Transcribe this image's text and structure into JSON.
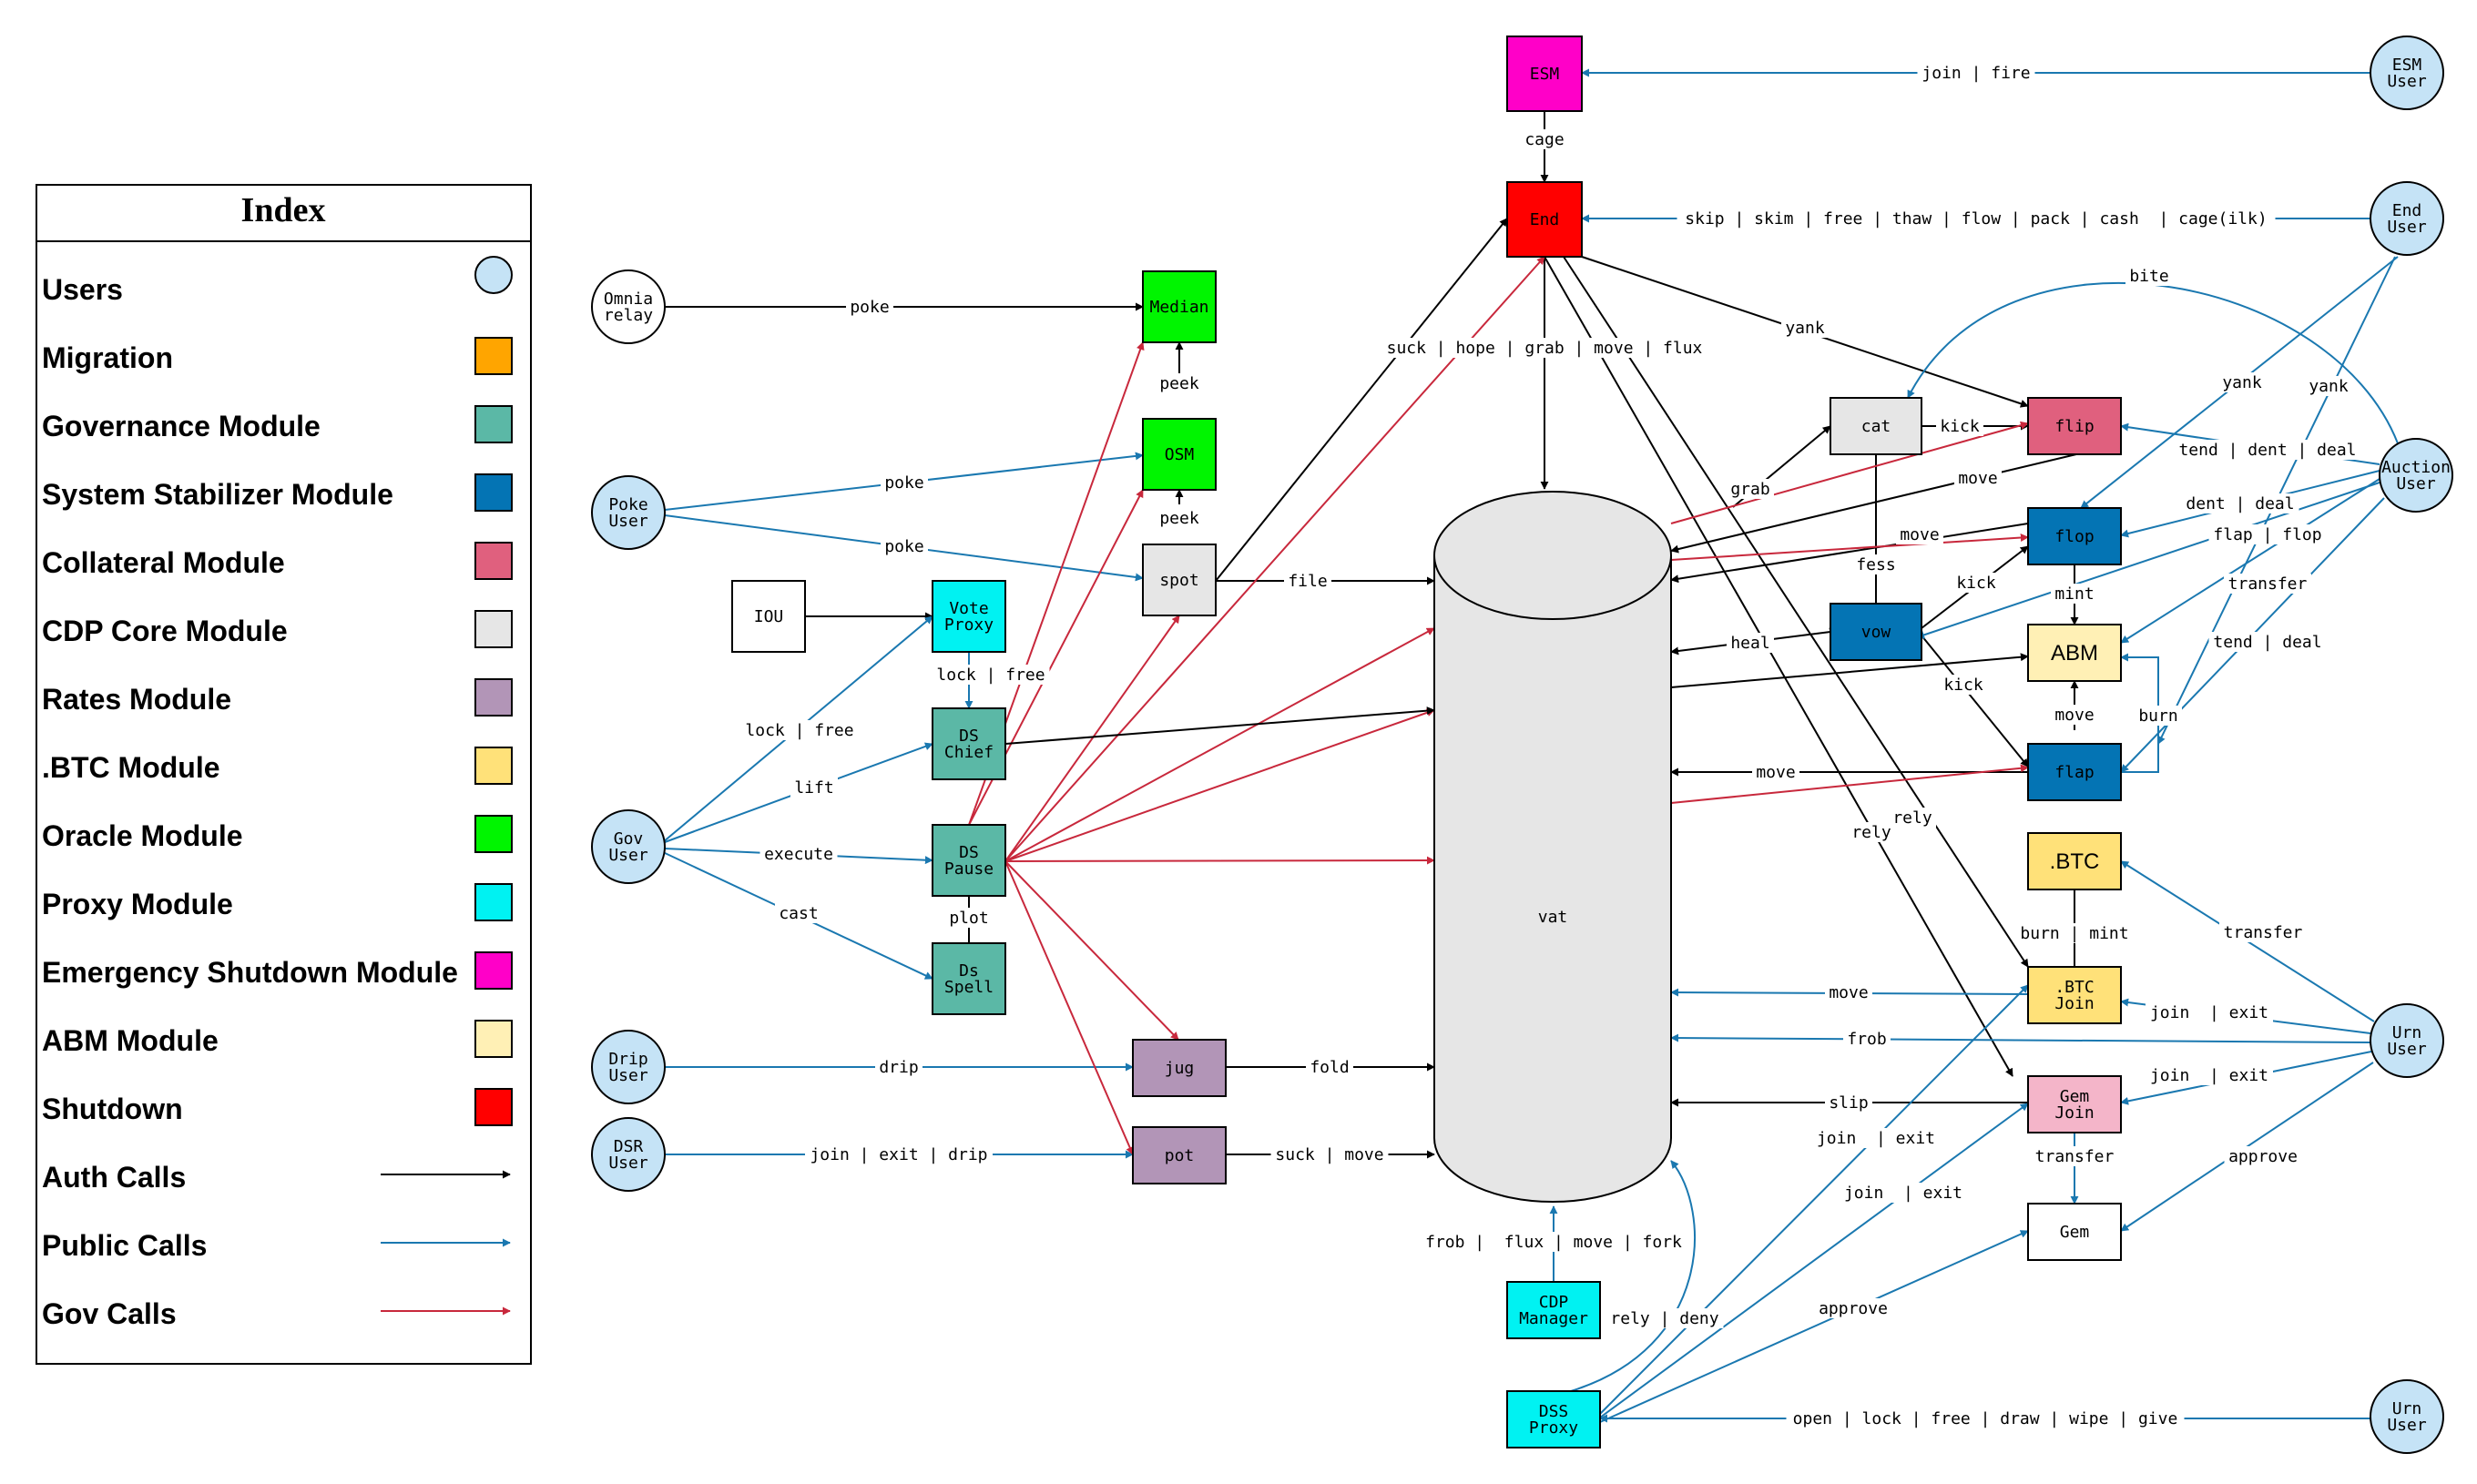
{
  "colors": {
    "user": "#c5e3f6",
    "migration": "#ffa500",
    "governance": "#5bb8a6",
    "stabilizer": "#0474b4",
    "collateral": "#e0607e",
    "core": "#e6e6e6",
    "rates": "#b295b7",
    "btc": "#ffe179",
    "oracle": "#00f500",
    "proxy": "#00f2f2",
    "emergency": "#ff00c8",
    "abm": "#fff0b5",
    "shutdown": "#ff0000",
    "auth": "#000000",
    "public": "#1a78b0",
    "gov": "#c8283c",
    "vat": "#e6e6e6",
    "white": "#ffffff"
  },
  "index": {
    "title": "Index",
    "items": [
      {
        "label": "Users",
        "kind": "circle",
        "color": "user"
      },
      {
        "label": "Migration",
        "kind": "rect",
        "color": "migration"
      },
      {
        "label": "Governance Module",
        "kind": "rect",
        "color": "governance"
      },
      {
        "label": "System Stabilizer Module",
        "kind": "rect",
        "color": "stabilizer"
      },
      {
        "label": "Collateral Module",
        "kind": "rect",
        "color": "collateral"
      },
      {
        "label": "CDP Core Module",
        "kind": "rect",
        "color": "core"
      },
      {
        "label": "Rates Module",
        "kind": "rect",
        "color": "rates"
      },
      {
        "label": ".BTC Module",
        "kind": "rect",
        "color": "btc"
      },
      {
        "label": "Oracle Module",
        "kind": "rect",
        "color": "oracle"
      },
      {
        "label": "Proxy Module",
        "kind": "rect",
        "color": "proxy"
      },
      {
        "label": "Emergency Shutdown Module",
        "kind": "rect",
        "color": "emergency"
      },
      {
        "label": "ABM Module",
        "kind": "rect",
        "color": "abm"
      },
      {
        "label": "Shutdown",
        "kind": "rect",
        "color": "shutdown"
      },
      {
        "label": "Auth Calls",
        "kind": "arrow",
        "color": "auth"
      },
      {
        "label": "Public Calls",
        "kind": "arrow",
        "color": "public"
      },
      {
        "label": "Gov Calls",
        "kind": "arrow",
        "color": "gov"
      }
    ]
  },
  "nodes": [
    {
      "id": "esm",
      "lines": [
        "ESM"
      ],
      "shape": "rect",
      "color": "emergency"
    },
    {
      "id": "end",
      "lines": [
        "End"
      ],
      "shape": "rect",
      "color": "shutdown"
    },
    {
      "id": "median",
      "lines": [
        "Median"
      ],
      "shape": "rect",
      "color": "oracle"
    },
    {
      "id": "osm",
      "lines": [
        "OSM"
      ],
      "shape": "rect",
      "color": "oracle"
    },
    {
      "id": "spot",
      "lines": [
        "spot"
      ],
      "shape": "rect",
      "color": "core"
    },
    {
      "id": "iou",
      "lines": [
        "IOU"
      ],
      "shape": "rect",
      "color": "white"
    },
    {
      "id": "voteproxy",
      "lines": [
        "Vote",
        "Proxy"
      ],
      "shape": "rect",
      "color": "proxy"
    },
    {
      "id": "dschief",
      "lines": [
        "DS",
        "Chief"
      ],
      "shape": "rect",
      "color": "governance"
    },
    {
      "id": "dspause",
      "lines": [
        "DS",
        "Pause"
      ],
      "shape": "rect",
      "color": "governance"
    },
    {
      "id": "dsspell",
      "lines": [
        "Ds",
        "Spell"
      ],
      "shape": "rect",
      "color": "governance"
    },
    {
      "id": "jug",
      "lines": [
        "jug"
      ],
      "shape": "rect",
      "color": "rates"
    },
    {
      "id": "pot",
      "lines": [
        "pot"
      ],
      "shape": "rect",
      "color": "rates"
    },
    {
      "id": "cat",
      "lines": [
        "cat"
      ],
      "shape": "rect",
      "color": "core"
    },
    {
      "id": "flip",
      "lines": [
        "flip"
      ],
      "shape": "rect",
      "color": "collateral"
    },
    {
      "id": "flop",
      "lines": [
        "flop"
      ],
      "shape": "rect",
      "color": "stabilizer"
    },
    {
      "id": "vow",
      "lines": [
        "vow"
      ],
      "shape": "rect",
      "color": "stabilizer"
    },
    {
      "id": "abm",
      "lines": [
        "ABM"
      ],
      "shape": "rect",
      "color": "abm",
      "big": true
    },
    {
      "id": "flap",
      "lines": [
        "flap"
      ],
      "shape": "rect",
      "color": "stabilizer"
    },
    {
      "id": "btc",
      "lines": [
        ".BTC"
      ],
      "shape": "rect",
      "color": "btc",
      "big": true
    },
    {
      "id": "btcjoin",
      "lines": [
        ".BTC",
        "Join"
      ],
      "shape": "rect",
      "color": "btc"
    },
    {
      "id": "gemjoin",
      "lines": [
        "Gem",
        "Join"
      ],
      "shape": "rect",
      "color": "collateral",
      "fill": "#f4b5c9"
    },
    {
      "id": "gem",
      "lines": [
        "Gem"
      ],
      "shape": "rect",
      "color": "white"
    },
    {
      "id": "cdpmanager",
      "lines": [
        "CDP",
        "Manager"
      ],
      "shape": "rect",
      "color": "proxy"
    },
    {
      "id": "dssproxy",
      "lines": [
        "DSS",
        "Proxy"
      ],
      "shape": "rect",
      "color": "proxy"
    },
    {
      "id": "omnia",
      "lines": [
        "Omnia",
        "relay"
      ],
      "shape": "circle",
      "color": "white"
    },
    {
      "id": "pokeuser",
      "lines": [
        "Poke",
        "User"
      ],
      "shape": "circle",
      "color": "user"
    },
    {
      "id": "govuser",
      "lines": [
        "Gov",
        "User"
      ],
      "shape": "circle",
      "color": "user"
    },
    {
      "id": "dripuser",
      "lines": [
        "Drip",
        "User"
      ],
      "shape": "circle",
      "color": "user"
    },
    {
      "id": "dsruser",
      "lines": [
        "DSR",
        "User"
      ],
      "shape": "circle",
      "color": "user"
    },
    {
      "id": "esmuser",
      "lines": [
        "ESM",
        "User"
      ],
      "shape": "circle",
      "color": "user"
    },
    {
      "id": "enduser",
      "lines": [
        "End",
        "User"
      ],
      "shape": "circle",
      "color": "user"
    },
    {
      "id": "auctionuser",
      "lines": [
        "Auction",
        "User"
      ],
      "shape": "circle",
      "color": "user"
    },
    {
      "id": "urnuser1",
      "lines": [
        "Urn",
        "User"
      ],
      "shape": "circle",
      "color": "user"
    },
    {
      "id": "urnuser2",
      "lines": [
        "Urn",
        "User"
      ],
      "shape": "circle",
      "color": "user"
    }
  ],
  "vat": {
    "label": "vat"
  },
  "edges": [
    {
      "label": "poke",
      "type": "auth"
    },
    {
      "label": "peek",
      "type": "auth"
    },
    {
      "label": "peek",
      "type": "auth"
    },
    {
      "label": "poke",
      "type": "public"
    },
    {
      "label": "poke",
      "type": "public"
    },
    {
      "label": "file",
      "type": "auth"
    },
    {
      "label": "",
      "type": "auth"
    },
    {
      "label": "lock | free",
      "type": "public"
    },
    {
      "label": "lock | free",
      "type": "public"
    },
    {
      "label": "lift",
      "type": "public"
    },
    {
      "label": "execute",
      "type": "public"
    },
    {
      "label": "cast",
      "type": "public"
    },
    {
      "label": "plot",
      "type": "auth"
    },
    {
      "label": "drip",
      "type": "public"
    },
    {
      "label": "join | exit | drip",
      "type": "public"
    },
    {
      "label": "fold",
      "type": "auth"
    },
    {
      "label": "suck | move",
      "type": "auth"
    },
    {
      "label": "join | fire",
      "type": "public"
    },
    {
      "label": "cage",
      "type": "auth"
    },
    {
      "label": "skip | skim | free | thaw | flow | pack | cash  | cage(ilk)",
      "type": "public"
    },
    {
      "label": "suck | hope | grab | move | flux",
      "type": "auth"
    },
    {
      "label": "yank",
      "type": "auth"
    },
    {
      "label": "bite",
      "type": "public"
    },
    {
      "label": "yank",
      "type": "public"
    },
    {
      "label": "yank",
      "type": "public"
    },
    {
      "label": "grab",
      "type": "auth"
    },
    {
      "label": "kick",
      "type": "auth"
    },
    {
      "label": "move",
      "type": "auth"
    },
    {
      "label": "move",
      "type": "auth"
    },
    {
      "label": "fess",
      "type": "auth"
    },
    {
      "label": "heal",
      "type": "auth"
    },
    {
      "label": "kick",
      "type": "auth"
    },
    {
      "label": "kick",
      "type": "auth"
    },
    {
      "label": "mint",
      "type": "auth"
    },
    {
      "label": "move",
      "type": "auth"
    },
    {
      "label": "burn",
      "type": "public"
    },
    {
      "label": "move",
      "type": "auth"
    },
    {
      "label": "tend | dent | deal",
      "type": "public"
    },
    {
      "label": "dent | deal",
      "type": "public"
    },
    {
      "label": "flap | flop",
      "type": "public"
    },
    {
      "label": "transfer",
      "type": "public"
    },
    {
      "label": "tend | deal",
      "type": "public"
    },
    {
      "label": "rely",
      "type": "auth"
    },
    {
      "label": "rely",
      "type": "auth"
    },
    {
      "label": "burn | mint",
      "type": "auth"
    },
    {
      "label": "transfer",
      "type": "public"
    },
    {
      "label": "move",
      "type": "public"
    },
    {
      "label": "frob",
      "type": "public"
    },
    {
      "label": "slip",
      "type": "auth"
    },
    {
      "label": "join  | exit",
      "type": "public"
    },
    {
      "label": "join  | exit",
      "type": "public"
    },
    {
      "label": "transfer",
      "type": "public"
    },
    {
      "label": "approve",
      "type": "public"
    },
    {
      "label": "join  | exit",
      "type": "public"
    },
    {
      "label": "join  | exit",
      "type": "public"
    },
    {
      "label": "approve",
      "type": "public"
    },
    {
      "label": "frob |  flux | move | fork",
      "type": "public"
    },
    {
      "label": "rely | deny",
      "type": "public"
    },
    {
      "label": "open | lock | free | draw | wipe | give",
      "type": "public"
    },
    {
      "label": "",
      "type": "gov"
    },
    {
      "label": "",
      "type": "gov"
    },
    {
      "label": "",
      "type": "gov"
    },
    {
      "label": "",
      "type": "gov"
    },
    {
      "label": "",
      "type": "gov"
    },
    {
      "label": "",
      "type": "gov"
    },
    {
      "label": "",
      "type": "gov"
    },
    {
      "label": "",
      "type": "gov"
    },
    {
      "label": "",
      "type": "gov"
    },
    {
      "label": "",
      "type": "gov"
    },
    {
      "label": "",
      "type": "gov"
    },
    {
      "label": "",
      "type": "gov"
    },
    {
      "label": "",
      "type": "gov"
    },
    {
      "label": "",
      "type": "auth"
    },
    {
      "label": "",
      "type": "auth"
    },
    {
      "label": "",
      "type": "auth"
    },
    {
      "label": "",
      "type": "auth"
    }
  ]
}
